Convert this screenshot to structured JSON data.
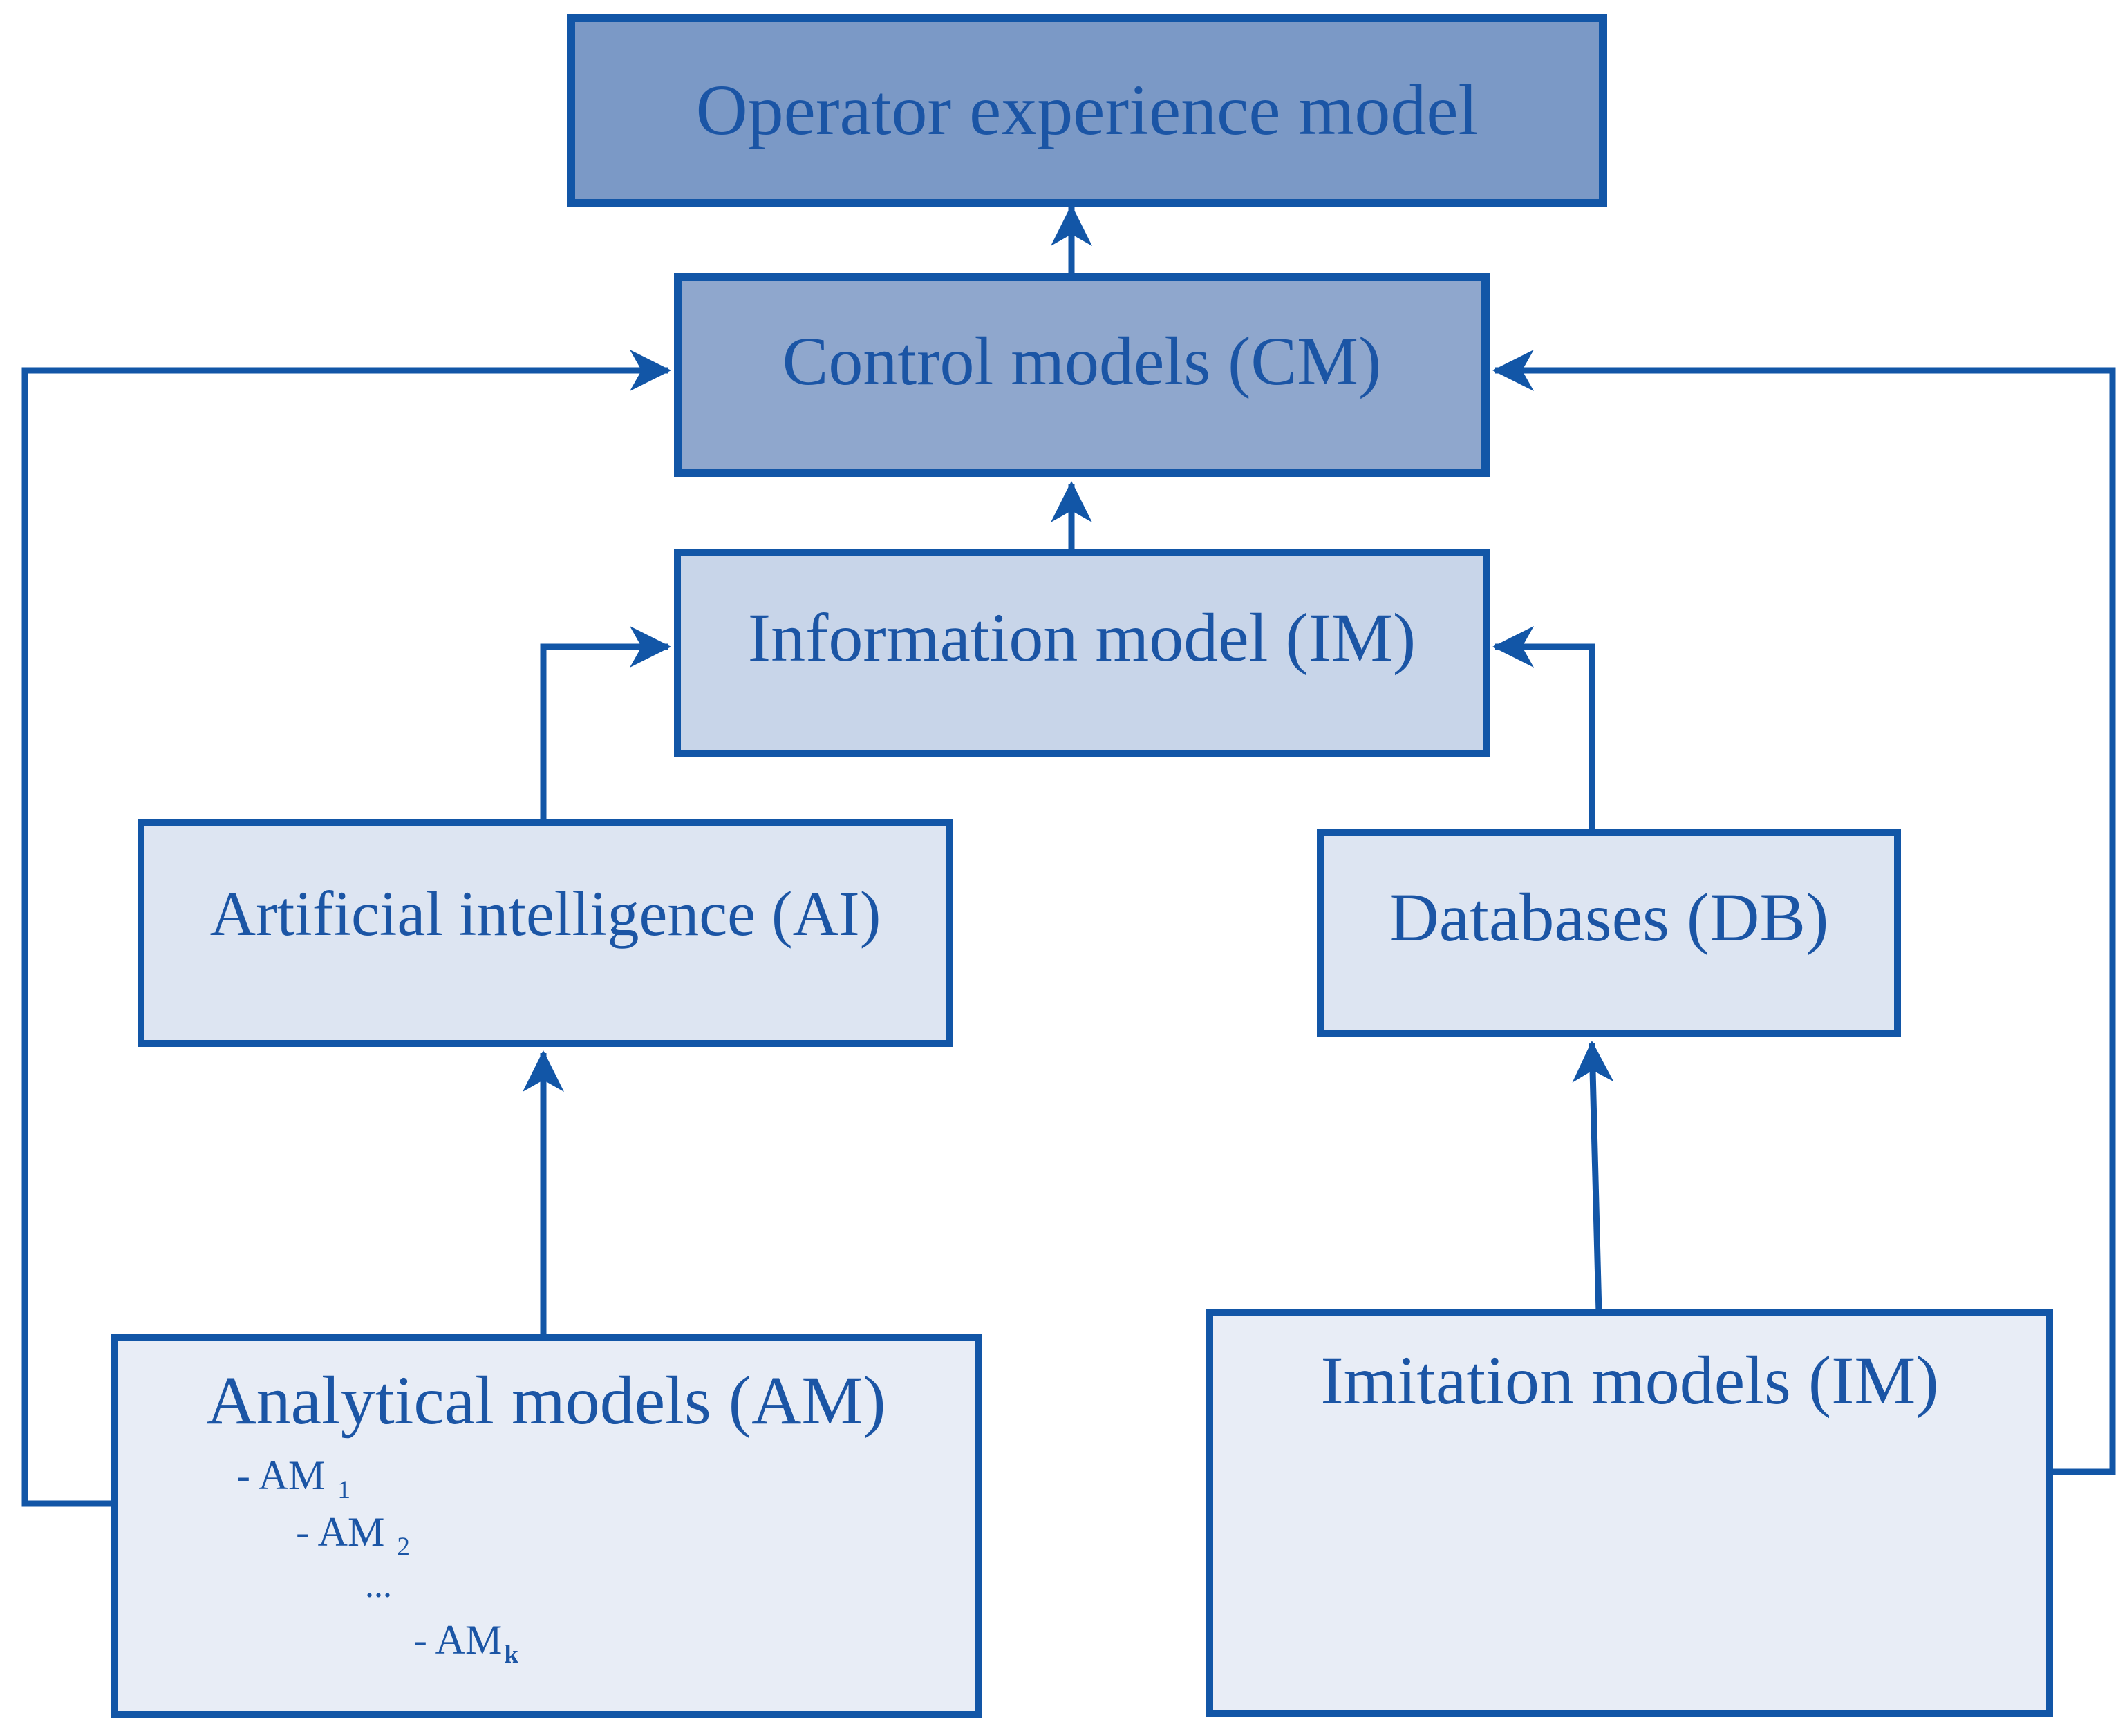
{
  "colors": {
    "accent_border": "#1256a7",
    "text": "#1b55a5",
    "operator_fill": "#7b99c6",
    "control_fill": "#8fa7cd",
    "information_fill": "#c8d5e9",
    "ai_fill": "#dde5f2",
    "db_fill": "#dde5f2",
    "analytical_fill": "#e8edf6",
    "imitation_fill": "#e8edf6",
    "background": "#ffffff"
  },
  "nodes": {
    "operator": {
      "label": "Operator experience model"
    },
    "control": {
      "label": "Control models (CM)"
    },
    "information": {
      "label": "Information model (IM)"
    },
    "ai": {
      "label": "Artificial intelligence (AI)"
    },
    "db": {
      "label": "Databases (DB)"
    },
    "analytical": {
      "label": "Analytical models (AM)",
      "items": [
        {
          "text": "- AM",
          "sub": "1"
        },
        {
          "text": "- AM",
          "sub": "2"
        },
        {
          "text": "...",
          "sub": ""
        },
        {
          "text": "- AM",
          "sub": "k"
        }
      ]
    },
    "imitation": {
      "label": "Imitation models (IM)"
    }
  },
  "edges": [
    {
      "from": "control",
      "to": "operator"
    },
    {
      "from": "information",
      "to": "control"
    },
    {
      "from": "ai",
      "to": "information"
    },
    {
      "from": "db",
      "to": "information"
    },
    {
      "from": "analytical",
      "to": "ai"
    },
    {
      "from": "imitation",
      "to": "db"
    },
    {
      "from": "analytical",
      "to": "control"
    },
    {
      "from": "imitation",
      "to": "control"
    }
  ]
}
